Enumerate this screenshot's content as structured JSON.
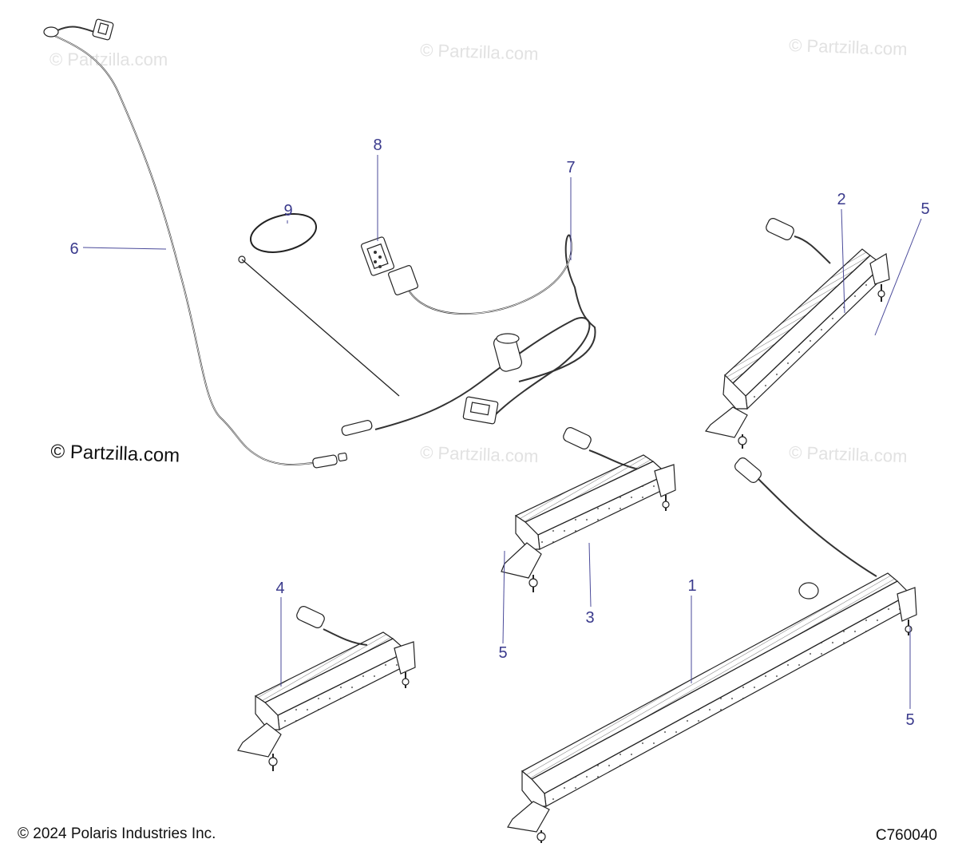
{
  "watermark": "© Partzilla.com",
  "copyright_main": "© Partzilla.com",
  "footer": {
    "copyright": "© 2024 Polaris Industries Inc.",
    "diagram_code": "C760040"
  },
  "callouts": {
    "c1": "1",
    "c2": "2",
    "c3": "3",
    "c4": "4",
    "c5a": "5",
    "c5b": "5",
    "c5c": "5",
    "c6": "6",
    "c7": "7",
    "c8": "8",
    "c9": "9"
  }
}
